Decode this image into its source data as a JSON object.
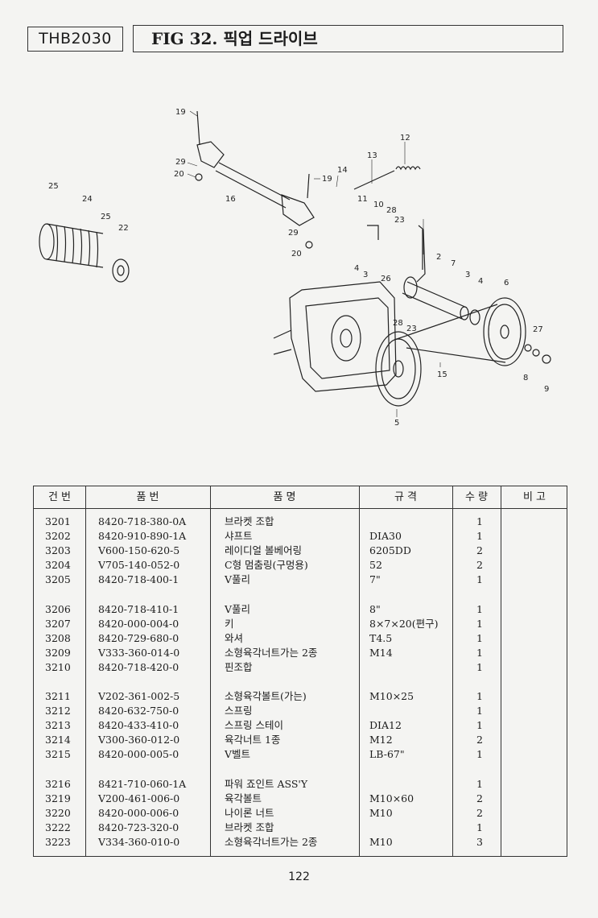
{
  "header": {
    "model": "THB2030",
    "figure_title": "FIG 32. 픽업 드라이브"
  },
  "diagram": {
    "callouts": [
      "19",
      "29",
      "20",
      "16",
      "25",
      "24",
      "25",
      "22",
      "14",
      "19",
      "13",
      "12",
      "11",
      "10",
      "28",
      "23",
      "29",
      "20",
      "4",
      "3",
      "26",
      "2",
      "7",
      "3",
      "4",
      "6",
      "28",
      "23",
      "27",
      "8",
      "9",
      "15",
      "5"
    ]
  },
  "table": {
    "headers": {
      "no": "건 번",
      "part_number": "품 번",
      "name": "품 명",
      "spec": "규 격",
      "qty": "수 량",
      "remarks": "비 고"
    },
    "rows": [
      {
        "no": "3201",
        "pn": "8420-718-380-0A",
        "name": "브라켓 조합",
        "spec": "",
        "qty": "1"
      },
      {
        "no": "3202",
        "pn": "8420-910-890-1A",
        "name": "샤프트",
        "spec": "DIA30",
        "qty": "1"
      },
      {
        "no": "3203",
        "pn": "V600-150-620-5",
        "name": "레이디얼 볼베어링",
        "spec": "6205DD",
        "qty": "2"
      },
      {
        "no": "3204",
        "pn": "V705-140-052-0",
        "name": "C형 멈춤링(구멍용)",
        "spec": "52",
        "qty": "2"
      },
      {
        "no": "3205",
        "pn": "8420-718-400-1",
        "name": "V풀리",
        "spec": "7\"",
        "qty": "1"
      },
      {
        "no": "3206",
        "pn": "8420-718-410-1",
        "name": "V풀리",
        "spec": "8\"",
        "qty": "1"
      },
      {
        "no": "3207",
        "pn": "8420-000-004-0",
        "name": "키",
        "spec": "8×7×20(편구)",
        "qty": "1"
      },
      {
        "no": "3208",
        "pn": "8420-729-680-0",
        "name": "와셔",
        "spec": "T4.5",
        "qty": "1"
      },
      {
        "no": "3209",
        "pn": "V333-360-014-0",
        "name": "소형육각너트가는 2종",
        "spec": "M14",
        "qty": "1"
      },
      {
        "no": "3210",
        "pn": "8420-718-420-0",
        "name": "핀조합",
        "spec": "",
        "qty": "1"
      },
      {
        "no": "3211",
        "pn": "V202-361-002-5",
        "name": "소형육각볼트(가는)",
        "spec": "M10×25",
        "qty": "1"
      },
      {
        "no": "3212",
        "pn": "8420-632-750-0",
        "name": "스프링",
        "spec": "",
        "qty": "1"
      },
      {
        "no": "3213",
        "pn": "8420-433-410-0",
        "name": "스프링 스테이",
        "spec": "DIA12",
        "qty": "1"
      },
      {
        "no": "3214",
        "pn": "V300-360-012-0",
        "name": "육각너트 1종",
        "spec": "M12",
        "qty": "2"
      },
      {
        "no": "3215",
        "pn": "8420-000-005-0",
        "name": "V벨트",
        "spec": "LB-67\"",
        "qty": "1"
      },
      {
        "no": "3216",
        "pn": "8421-710-060-1A",
        "name": "파워 죠인트 ASS'Y",
        "spec": "",
        "qty": "1"
      },
      {
        "no": "3219",
        "pn": "V200-461-006-0",
        "name": "육각볼트",
        "spec": "M10×60",
        "qty": "2"
      },
      {
        "no": "3220",
        "pn": "8420-000-006-0",
        "name": "나이론 너트",
        "spec": "M10",
        "qty": "2"
      },
      {
        "no": "3222",
        "pn": "8420-723-320-0",
        "name": "브라켓 조합",
        "spec": "",
        "qty": "1"
      },
      {
        "no": "3223",
        "pn": "V334-360-010-0",
        "name": "소형육각너트가는 2종",
        "spec": "M10",
        "qty": "3"
      }
    ]
  },
  "footer": {
    "page_number": "122"
  }
}
